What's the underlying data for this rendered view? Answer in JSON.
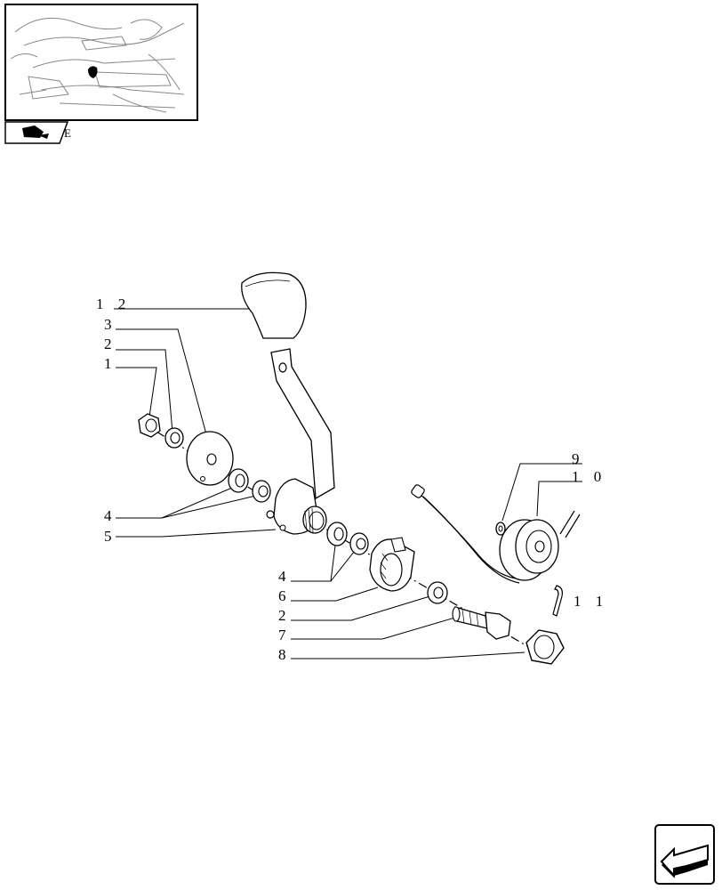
{
  "thumbnail": {
    "tab_letter": "E"
  },
  "callouts": [
    {
      "id": "c12",
      "label": "1 2"
    },
    {
      "id": "c3",
      "label": "3"
    },
    {
      "id": "c2a",
      "label": "2"
    },
    {
      "id": "c1",
      "label": "1"
    },
    {
      "id": "c9",
      "label": "9"
    },
    {
      "id": "c10",
      "label": "1 0"
    },
    {
      "id": "c4a",
      "label": "4"
    },
    {
      "id": "c5",
      "label": "5"
    },
    {
      "id": "c4b",
      "label": "4"
    },
    {
      "id": "c11",
      "label": "1 1"
    },
    {
      "id": "c6",
      "label": "6"
    },
    {
      "id": "c2b",
      "label": "2"
    },
    {
      "id": "c7",
      "label": "7"
    },
    {
      "id": "c8",
      "label": "8"
    }
  ],
  "icons": {
    "thumbnail_tab": "tractor-section-icon",
    "nav_button": "previous-page-arrow-icon"
  }
}
